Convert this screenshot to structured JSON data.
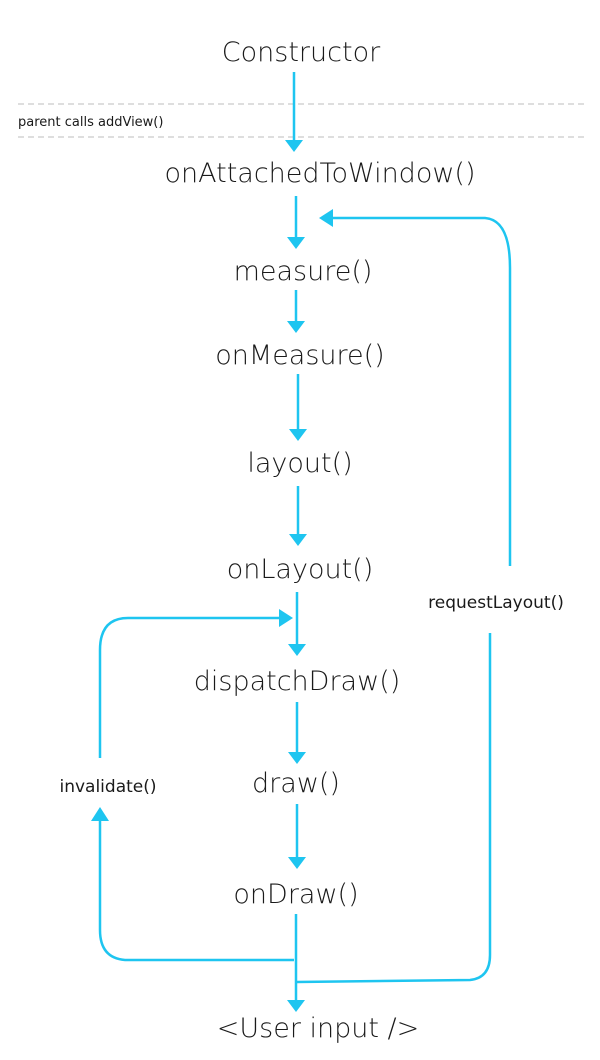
{
  "diagram": {
    "phase_label": "parent calls addView()",
    "nodes": {
      "constructor": "Constructor",
      "on_attached": "onAttachedToWindow()",
      "measure": "measure()",
      "on_measure": "onMeasure()",
      "layout": "layout()",
      "on_layout": "onLayout()",
      "dispatch_draw": "dispatchDraw()",
      "draw": "draw()",
      "on_draw": "onDraw()",
      "user_input": "<User input />"
    },
    "loops": {
      "request_layout": "requestLayout()",
      "invalidate": "invalidate()"
    },
    "colors": {
      "arrow": "#1ec5f0",
      "text": "#1a1a1a",
      "divider": "#bdbdbd"
    }
  }
}
